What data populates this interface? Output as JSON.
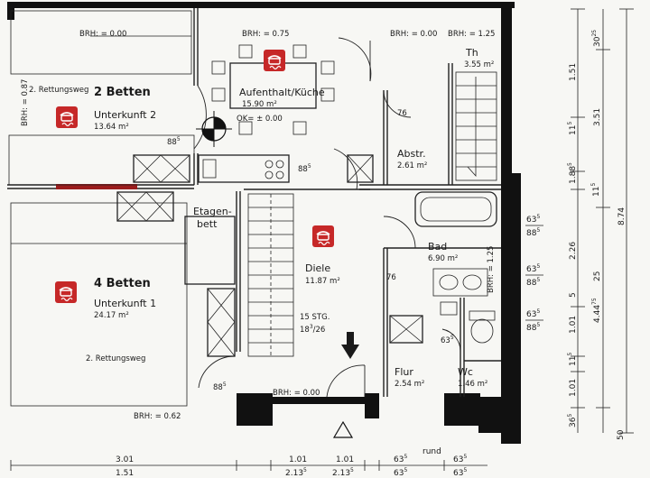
{
  "colors": {
    "alarm_icon_fill": "#c62828",
    "escape_route_marker": "#9b1c1c",
    "wall": "#111111"
  },
  "rooms": [
    {
      "name": "Aufenthalt/Küche",
      "area": "15.90 m²"
    },
    {
      "name": "Unterkunft 2",
      "area": "13.64 m²",
      "capacity": "2 Betten"
    },
    {
      "name": "Unterkunft 1",
      "area": "24.17 m²",
      "capacity": "4 Betten"
    },
    {
      "name": "Diele",
      "area": "11.87 m²"
    },
    {
      "name": "Abstr.",
      "area": "2.61 m²"
    },
    {
      "name": "Bad",
      "area": "6.90 m²"
    },
    {
      "name": "Flur",
      "area": "2.54 m²"
    },
    {
      "name": "Wc",
      "area": "1.46 m²"
    },
    {
      "name": "Th",
      "area": "3.55 m²"
    }
  ],
  "labels": {
    "etagenbett_1": "Etagen-",
    "etagenbett_2": "bett",
    "rettungsweg_2": "2. Rettungsweg",
    "rettungsweg_1": "2. Rettungsweg",
    "ok": "OK= ± 0.00",
    "stairs_1": "15 STG.",
    "stairs_2_main": "18",
    "stairs_2_sup": "3",
    "stairs_2_rest": "/26"
  },
  "brh": {
    "top_left": "BRH: = 0.00",
    "top_mid": "BRH: = 0.75",
    "top_right_a": "BRH: = 0.00",
    "top_right_b": "BRH: = 1.25",
    "left_vertical": "BRH: = 0.87",
    "bad_vertical": "BRH: = 1.25",
    "bottom_mid": "BRH: = 0.00",
    "bottom_left": "BRH: = 0.62"
  },
  "door_dims": {
    "kitchen": "88",
    "kitchen_sup": "5",
    "diele": "88",
    "diele_sup": "5",
    "abstr": "76",
    "bad": "76",
    "wc": "63",
    "wc_sup": "5",
    "unterkunft1": "88",
    "unterkunft1_sup": "5"
  },
  "right_dims": {
    "openings": [
      {
        "top": "63",
        "top_sup": "5",
        "bottom": "88",
        "bottom_sup": "5"
      },
      {
        "top": "63",
        "top_sup": "5",
        "bottom": "88",
        "bottom_sup": "5"
      },
      {
        "top": "63",
        "top_sup": "5",
        "bottom": "88",
        "bottom_sup": "5"
      }
    ],
    "chain1": [
      "1.51",
      "11",
      "1.88",
      "11",
      "2.26",
      "5",
      "1.01",
      "11",
      "1.01",
      "36"
    ],
    "chain1_sups": [
      "",
      "5",
      "5",
      "5",
      "",
      "",
      "",
      "5",
      "",
      "5"
    ],
    "chain2": [
      "30",
      "3.51",
      "4.44",
      "50"
    ],
    "chain2_sups": [
      "25",
      "",
      "75",
      ""
    ],
    "chain2_extra": "25",
    "total": "8.74"
  },
  "bottom_dims": [
    {
      "top": "3.01",
      "bottom": "1.51"
    },
    {
      "top": "1.01",
      "bottom": "2.13",
      "bottom_sup": "5"
    },
    {
      "top": "1.01",
      "bottom": "2.13",
      "bottom_sup": "5"
    },
    {
      "top": "63",
      "top_sup": "5",
      "bottom": "63",
      "bottom_sup": "5"
    },
    {
      "top": "63",
      "top_sup": "5",
      "bottom": "63",
      "bottom_sup": "5"
    }
  ],
  "bottom_note": "rund"
}
